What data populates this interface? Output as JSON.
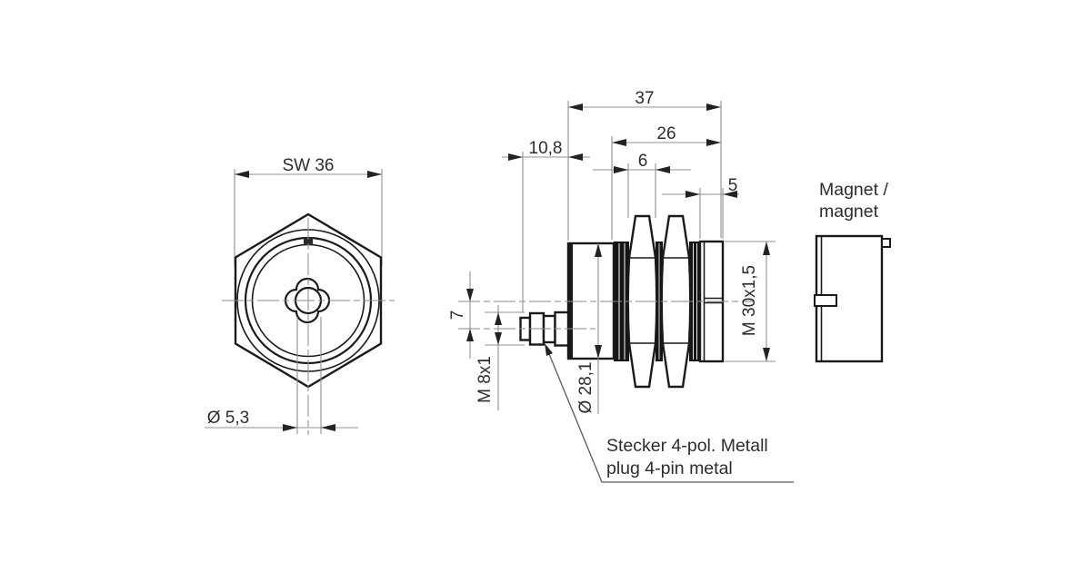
{
  "front_view": {
    "dim_sw36": "SW 36",
    "dim_hole": "Ø 5,3"
  },
  "side_view": {
    "dim_37": "37",
    "dim_26": "26",
    "dim_6": "6",
    "dim_5": "5",
    "dim_108": "10,8",
    "dim_7": "7",
    "dim_m8": "M 8x1",
    "dim_d281": "Ø 28,1",
    "dim_m30": "M 30x1,5",
    "connector_label_de": "Stecker 4-pol. Metall",
    "connector_label_en": "plug 4-pin metal"
  },
  "magnet": {
    "label_line1": "Magnet /",
    "label_line2": "magnet"
  },
  "colors": {
    "background": "#ffffff",
    "outline": "#1a1a1a",
    "dimension_line": "#909090",
    "text": "#2d2d2d"
  }
}
